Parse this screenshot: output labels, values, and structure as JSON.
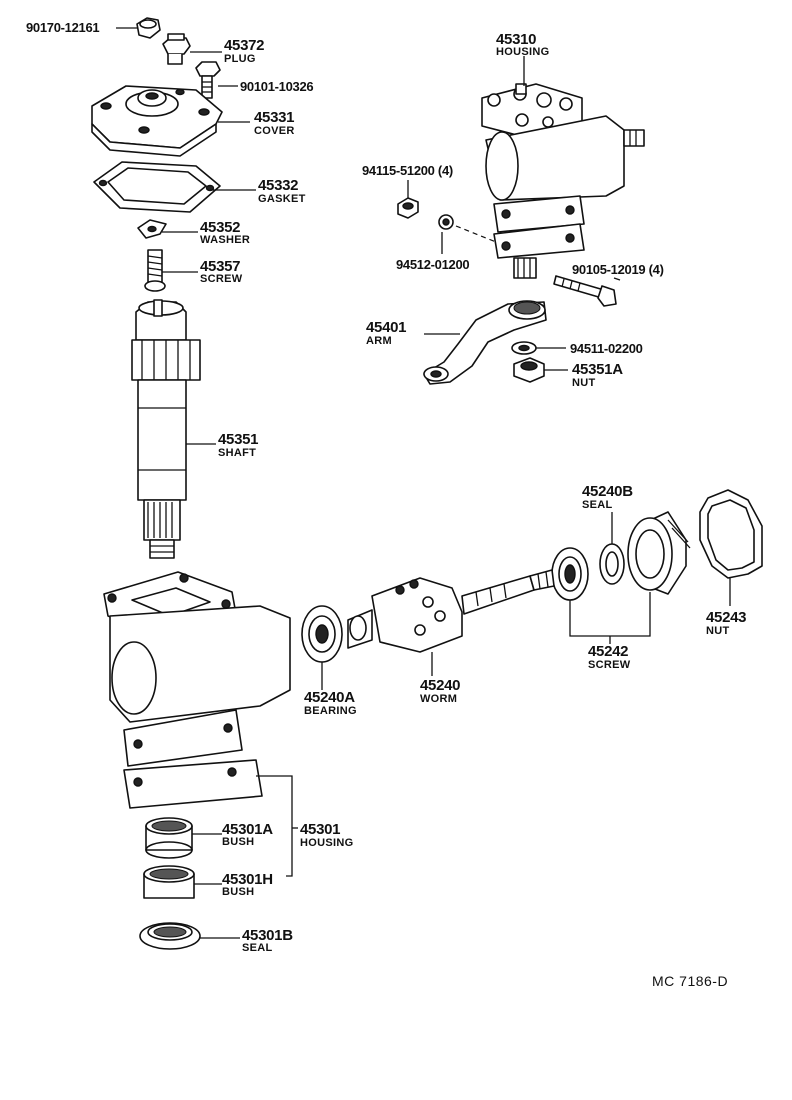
{
  "parts": {
    "p90170": {
      "number": "90170-12161"
    },
    "p45372": {
      "number": "45372",
      "name": "PLUG"
    },
    "p90101": {
      "number": "90101-10326"
    },
    "p45331": {
      "number": "45331",
      "name": "COVER"
    },
    "p45332": {
      "number": "45332",
      "name": "GASKET"
    },
    "p45352": {
      "number": "45352",
      "name": "WASHER"
    },
    "p45357": {
      "number": "45357",
      "name": "SCREW"
    },
    "p45351": {
      "number": "45351",
      "name": "SHAFT"
    },
    "p45310": {
      "number": "45310",
      "name": "HOUSING"
    },
    "p94115": {
      "number": "94115-51200 (4)"
    },
    "p94512": {
      "number": "94512-01200"
    },
    "p90105": {
      "number": "90105-12019 (4)"
    },
    "p45401": {
      "number": "45401",
      "name": "ARM"
    },
    "p94511": {
      "number": "94511-02200"
    },
    "p45351A": {
      "number": "45351A",
      "name": "NUT"
    },
    "p45240B": {
      "number": "45240B",
      "name": "SEAL"
    },
    "p45243": {
      "number": "45243",
      "name": "NUT"
    },
    "p45242": {
      "number": "45242",
      "name": "SCREW"
    },
    "p45240A": {
      "number": "45240A",
      "name": "BEARING"
    },
    "p45240": {
      "number": "45240",
      "name": "WORM"
    },
    "p45301": {
      "number": "45301",
      "name": "HOUSING"
    },
    "p45301A": {
      "number": "45301A",
      "name": "BUSH"
    },
    "p45301H": {
      "number": "45301H",
      "name": "BUSH"
    },
    "p45301B": {
      "number": "45301B",
      "name": "SEAL"
    }
  },
  "drawing_code": "MC  7186-D"
}
